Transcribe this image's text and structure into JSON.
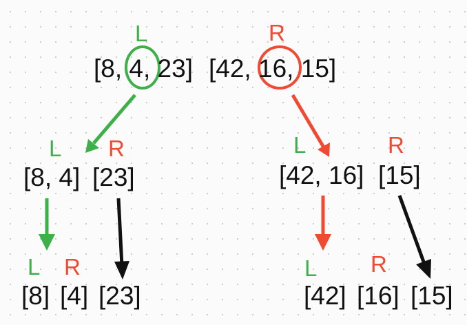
{
  "colors": {
    "left": "#3db04a",
    "right": "#f04a33",
    "neutral": "#111111"
  },
  "labels": {
    "left": "L",
    "right": "R"
  },
  "level0": {
    "left_array": "[8, 4, 23]",
    "right_array": "[42, 16, 15]",
    "left_highlight": "4",
    "right_highlight": "16"
  },
  "level1": {
    "a": "[8, 4]",
    "b": "[23]",
    "c": "[42, 16]",
    "d": "[15]"
  },
  "level2": {
    "a": "[8]",
    "b": "[4]",
    "c": "[23]",
    "d": "[42]",
    "e": "[16]",
    "f": "[15]"
  }
}
